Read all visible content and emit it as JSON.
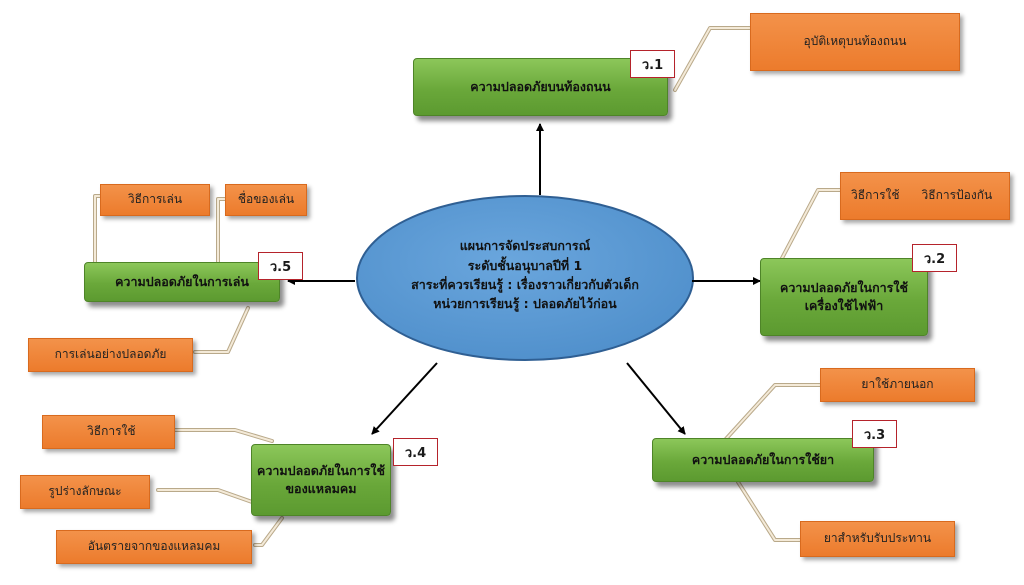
{
  "center": {
    "line1": "แผนการจัดประสบการณ์",
    "line2": "ระดับชั้นอนุบาลปีที่ 1",
    "line3": "สาระที่ควรเรียนรู้ :  เรื่องราวเกี่ยวกับตัวเด็ก",
    "line4": "หน่วยการเรียนรู้ :  ปลอดภัยไว้ก่อน"
  },
  "topics": {
    "t1": {
      "label": "ความปลอดภัยบนท้องถนน",
      "tag": "ว.1"
    },
    "t2": {
      "line1": "ความปลอดภัยในการใช้",
      "line2": "เครื่องใช้ไฟฟ้า",
      "tag": "ว.2"
    },
    "t3": {
      "label": "ความปลอดภัยในการใช้ยา",
      "tag": "ว.3"
    },
    "t4": {
      "line1": "ความปลอดภัยในการใช้",
      "line2": "ของแหลมคม",
      "tag": "ว.4"
    },
    "t5": {
      "label": "ความปลอดภัยในการเล่น",
      "tag": "ว.5"
    }
  },
  "details": {
    "d1": "อุบัติเหตุบนท้องถนน",
    "d2a": "วิธีการใช้",
    "d2b": "วิธีการป้องกัน",
    "d3a": "ยาใช้ภายนอก",
    "d3b": "ยาสำหรับรับประทาน",
    "d4a": "วิธีการใช้",
    "d4b": "รูปร่างลักษณะ",
    "d4c": "อันตรายจากของแหลมคม",
    "d5a": "วิธีการเล่น",
    "d5b": "ชื่อของเล่น",
    "d5c": "การเล่นอย่างปลอดภัย"
  },
  "colors": {
    "ellipse": "#5b9bd5",
    "topic_green": "#6aa83a",
    "detail_orange": "#ec7b2c",
    "tag_border": "#b5232b",
    "connector": "#d9c9a8"
  }
}
